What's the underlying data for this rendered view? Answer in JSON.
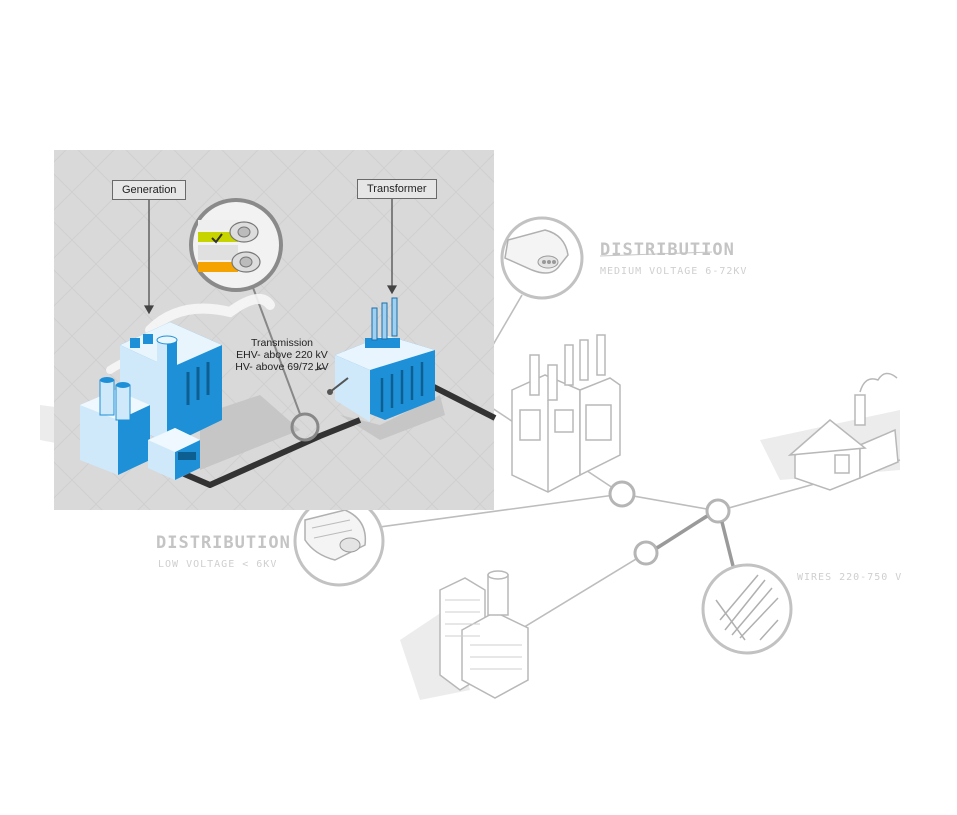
{
  "labels": {
    "generation": "Generation",
    "transformer": "Transformer"
  },
  "transmission": {
    "title": "Transmission",
    "ehv": "EHV- above 220 kV",
    "hv": "HV- above 69/72 kV"
  },
  "distribution_medium": {
    "title": "DISTRIBUTION",
    "subtitle": "MEDIUM VOLTAGE 6-72KV"
  },
  "distribution_low": {
    "title": "DISTRIBUTION",
    "subtitle": "LOW VOLTAGE < 6KV"
  },
  "wires": {
    "label": "WIRES 220-750 V"
  },
  "colors": {
    "panel": "#d9d9d9",
    "blue": "#1e90d8",
    "light_blue": "#cfe9fa",
    "sketch": "#c4c4c4",
    "cable_line": "#333333",
    "yellow_stripe": "#c8d400",
    "orange_stripe": "#f5a300"
  }
}
